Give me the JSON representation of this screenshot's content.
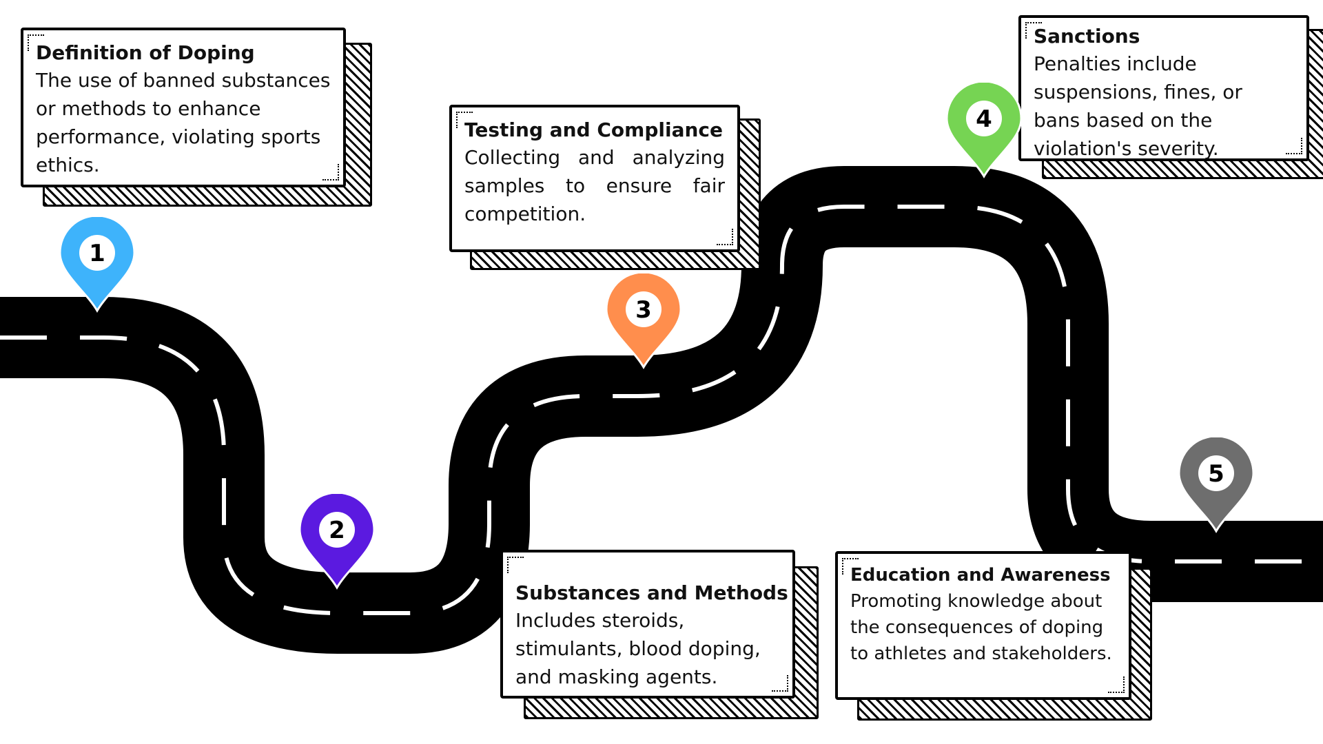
{
  "colors": {
    "road": "#000000",
    "dash": "#ffffff",
    "pin_1": "#3eb3fb",
    "pin_2": "#5b1ae0",
    "pin_3": "#ff8e4d",
    "pin_4": "#76d453",
    "pin_5": "#6e6e6e"
  },
  "pins": [
    {
      "number": "1"
    },
    {
      "number": "2"
    },
    {
      "number": "3"
    },
    {
      "number": "4"
    },
    {
      "number": "5"
    }
  ],
  "cards": [
    {
      "title": "Definition of Doping",
      "body": "The use of banned substances or methods to enhance performance, violating sports ethics."
    },
    {
      "title": "Substances and Methods",
      "body": "Includes steroids, stimulants, blood doping, and masking agents."
    },
    {
      "title": "Testing and Compliance",
      "body": "Collecting and analyzing samples to ensure fair competition."
    },
    {
      "title": "Sanctions",
      "body": "Penalties include suspensions, fines, or bans based on the violation's severity."
    },
    {
      "title": "Education and Awareness",
      "body": "Promoting knowledge about the consequences of doping to athletes and stakeholders."
    }
  ]
}
